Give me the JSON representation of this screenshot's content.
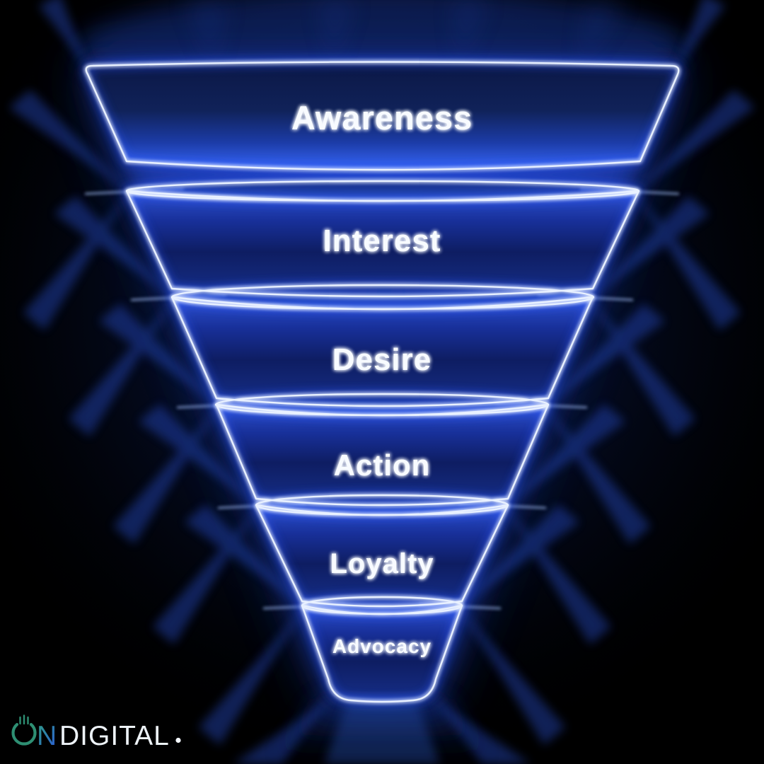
{
  "diagram": {
    "type": "marketing_funnel",
    "stages": [
      {
        "id": "awareness",
        "label": "Awareness"
      },
      {
        "id": "interest",
        "label": "Interest"
      },
      {
        "id": "desire",
        "label": "Desire"
      },
      {
        "id": "action",
        "label": "Action"
      },
      {
        "id": "loyalty",
        "label": "Loyalty"
      },
      {
        "id": "advocacy",
        "label": "Advocacy"
      }
    ]
  },
  "branding": {
    "logo": {
      "mark": "power-icon",
      "n": "N",
      "rest": "DIGITAL"
    }
  },
  "colors": {
    "background": "#000000",
    "funnel_glow": "#2a55e8",
    "outline": "#e9f1ff",
    "label_text": "#f8fbff",
    "logo_teal": "#2e8f73",
    "logo_blue": "#2b57d8",
    "logo_white": "#edf2f7"
  }
}
